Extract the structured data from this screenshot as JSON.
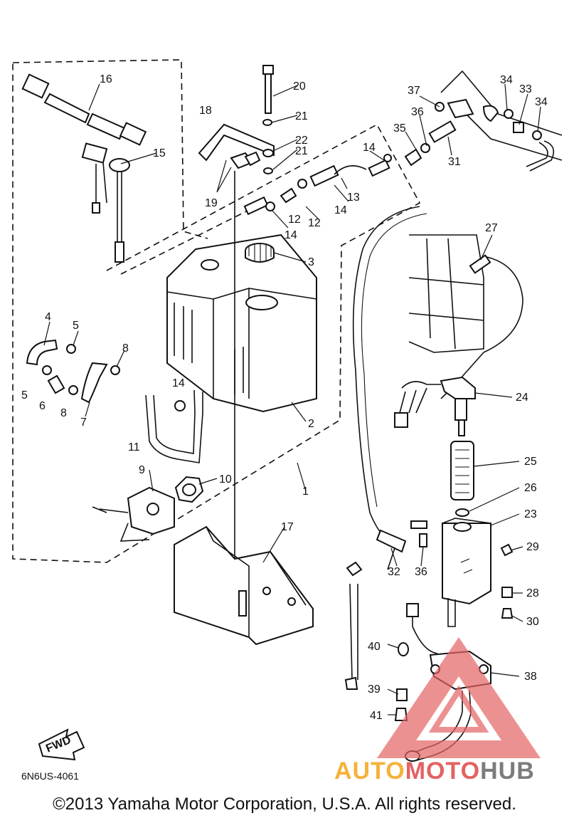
{
  "diagram": {
    "callouts": [
      "1",
      "2",
      "3",
      "4",
      "5",
      "5",
      "6",
      "7",
      "8",
      "8",
      "9",
      "10",
      "11",
      "12",
      "12",
      "13",
      "14",
      "14",
      "14",
      "14",
      "15",
      "16",
      "17",
      "18",
      "19",
      "20",
      "21",
      "21",
      "22",
      "23",
      "24",
      "25",
      "26",
      "27",
      "28",
      "29",
      "30",
      "31",
      "32",
      "33",
      "34",
      "34",
      "35",
      "36",
      "36",
      "37",
      "38",
      "39",
      "40",
      "41"
    ],
    "direction_label": "FWD",
    "drawing_code": "6N6US-4061"
  },
  "footer": {
    "copyright": "©2013 Yamaha Motor Corporation, U.S.A. All rights reserved."
  },
  "watermark": {
    "part1": "AUTO",
    "part2": "MOTO",
    "part3": "HUB",
    "colors": {
      "auto": "#f5b23a",
      "moto": "#e46262",
      "hub": "#7c7c7c",
      "triangle": "#e46262"
    }
  }
}
